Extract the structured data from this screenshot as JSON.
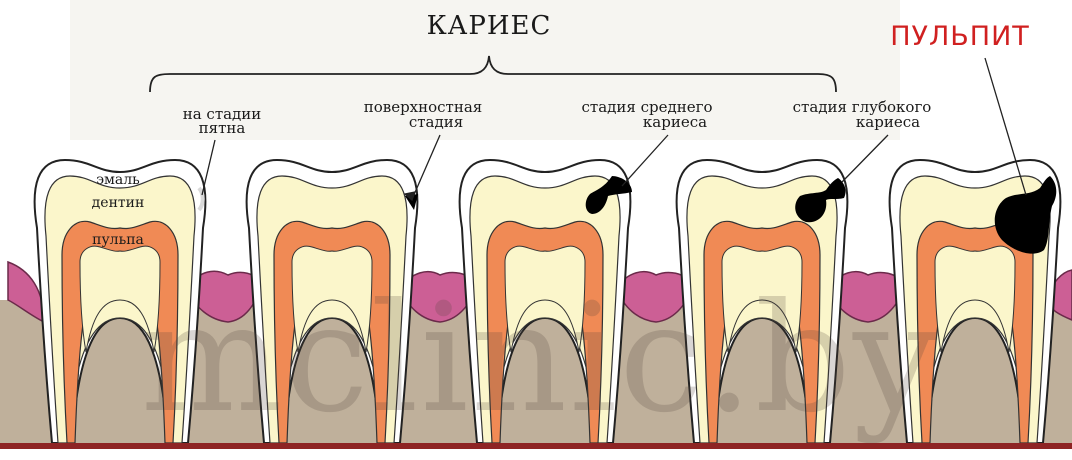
{
  "title": "КАРИЕС",
  "pulpitis_title": "ПУЛЬПИТ",
  "stages": [
    {
      "line1": "на стадии",
      "line2": "пятна"
    },
    {
      "line1": "поверхностная",
      "line2": "стадия"
    },
    {
      "line1": "стадия среднего",
      "line2": "кариеса"
    },
    {
      "line1": "стадия глубокого",
      "line2": "кариеса"
    }
  ],
  "tooth_parts": {
    "enamel": "эмаль",
    "dentin": "дентин",
    "pulp": "пульпа"
  },
  "watermark": "mclinic.by",
  "colors": {
    "enamel": "#ffffff",
    "dentin": "#fbf6cb",
    "pulp": "#f08a55",
    "gum": "#cc5f95",
    "bone": "#bfb09b",
    "caries": "#000000",
    "base_line": "#8e2424",
    "pulpitis_text": "#d02020",
    "background_top": "#f6f5f1"
  }
}
